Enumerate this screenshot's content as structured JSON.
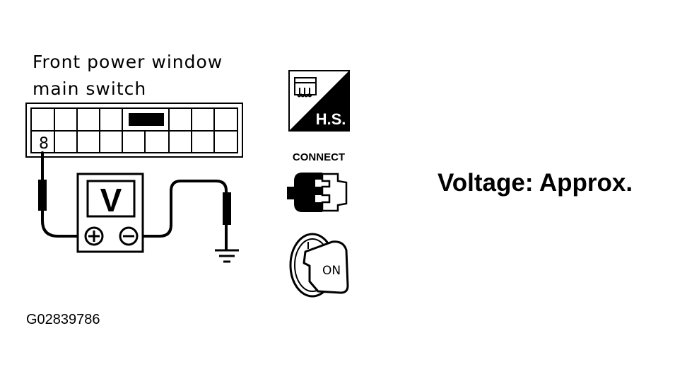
{
  "connector": {
    "title_line1": "Front  power  window",
    "title_line2": "main  switch",
    "pin_label": "8"
  },
  "meter": {
    "label": "V"
  },
  "icons": {
    "harness_label": "H.S.",
    "connect_label": "CONNECT",
    "ignition_label": "ON"
  },
  "result": {
    "text": "Voltage:  Approx."
  },
  "figure_id": "G02839786"
}
